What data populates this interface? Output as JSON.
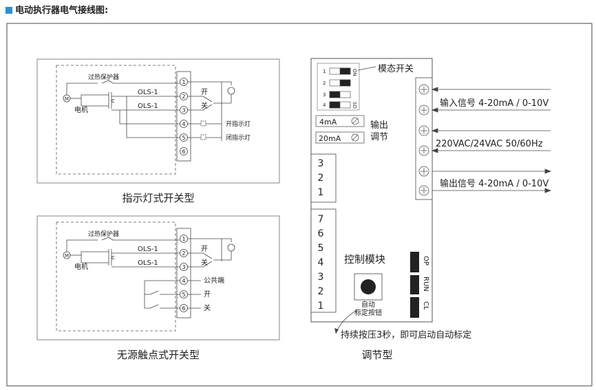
{
  "header": {
    "title": "电动执行器电气接线图:"
  },
  "panel_a": {
    "caption": "指示灯式开关型",
    "overheat": "过热保护器",
    "motor_symbol": "M",
    "motor": "电机",
    "cap": "C",
    "ols1": "OLS-1",
    "ols2": "OLS-1",
    "sw_open": "开",
    "sw_close": "关",
    "open_lamp": "开指示灯",
    "close_lamp": "闭指示灯",
    "terminals": [
      "1",
      "2",
      "3",
      "4",
      "5",
      "6"
    ]
  },
  "panel_b": {
    "caption": "无源触点式开关型",
    "overheat": "过热保护器",
    "motor_symbol": "M",
    "motor": "电机",
    "cap": "C",
    "ols1": "OLS-1",
    "ols2": "OLS-1",
    "sw_open": "开",
    "sw_close": "关",
    "common": "公共端",
    "out_open": "开",
    "out_close": "关",
    "terminals": [
      "1",
      "2",
      "3",
      "4",
      "5",
      "6"
    ]
  },
  "panel_c": {
    "caption": "调节型",
    "mode_switch": "模态开关",
    "dip_on": "ON",
    "dip_sd": "SD",
    "dip_nums": [
      "1",
      "2",
      "3",
      "4"
    ],
    "pot_4ma": "4mA",
    "pot_20ma": "20mA",
    "output_adjust_1": "输出",
    "output_adjust_2": "调节",
    "input_signal": "输入信号 4-20mA / 0-10V",
    "power": "220VAC/24VAC  50/60Hz",
    "output_signal": "输出信号 4-20mA / 0-10V",
    "terms_upper": [
      "3",
      "2",
      "1"
    ],
    "terms_lower": [
      "7",
      "6",
      "5",
      "4",
      "3",
      "2",
      "1"
    ],
    "control_module": "控制模块",
    "auto_1": "自动",
    "auto_2": "标定按钮",
    "led_op": "OP",
    "led_run": "RUN",
    "led_cl": "CL",
    "hold_note": "持续按压3秒，即可启动自动标定"
  }
}
